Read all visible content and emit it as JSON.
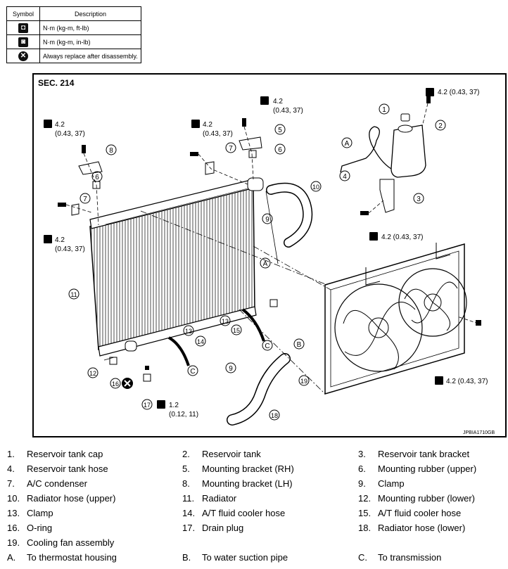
{
  "symbol_table": {
    "headers": [
      "Symbol",
      "Description"
    ],
    "rows": [
      {
        "icon": "torque-wrench-icon",
        "description": "N·m (kg-m, ft-lb)"
      },
      {
        "icon": "torque-wrench-small-icon",
        "description": "N·m (kg-m, in-lb)"
      },
      {
        "icon": "replace-x-icon",
        "description": "Always replace after disassembly."
      }
    ]
  },
  "section": "SEC. 214",
  "drawing_code": "JPBIA1710GB",
  "callouts": [
    "1",
    "2",
    "3",
    "4",
    "5",
    "6",
    "6",
    "7",
    "7",
    "8",
    "9",
    "9",
    "10",
    "11",
    "12",
    "13",
    "13",
    "14",
    "15",
    "16",
    "17",
    "18",
    "19",
    "A",
    "A",
    "B",
    "C",
    "C"
  ],
  "torque_labels": [
    {
      "value": "4.2",
      "sub": "(0.43, 37)"
    },
    {
      "value": "4.2",
      "sub": "(0.43, 37)"
    },
    {
      "value": "4.2",
      "sub": "(0.43, 37)"
    },
    {
      "value": "4.2 (0.43, 37)"
    },
    {
      "value": "4.2 (0.43, 37)"
    },
    {
      "value": "4.2",
      "sub": "(0.43, 37)"
    },
    {
      "value": "4.2 (0.43, 37)"
    },
    {
      "value": "1.2",
      "sub": "(0.12, 11)"
    }
  ],
  "legend": [
    {
      "num": "1.",
      "text": "Reservoir tank cap"
    },
    {
      "num": "2.",
      "text": "Reservoir tank"
    },
    {
      "num": "3.",
      "text": "Reservoir tank bracket"
    },
    {
      "num": "4.",
      "text": "Reservoir tank hose"
    },
    {
      "num": "5.",
      "text": "Mounting bracket (RH)"
    },
    {
      "num": "6.",
      "text": "Mounting rubber (upper)"
    },
    {
      "num": "7.",
      "text": "A/C condenser"
    },
    {
      "num": "8.",
      "text": "Mounting bracket (LH)"
    },
    {
      "num": "9.",
      "text": "Clamp"
    },
    {
      "num": "10.",
      "text": "Radiator hose (upper)"
    },
    {
      "num": "11.",
      "text": "Radiator"
    },
    {
      "num": "12.",
      "text": "Mounting rubber (lower)"
    },
    {
      "num": "13.",
      "text": "Clamp"
    },
    {
      "num": "14.",
      "text": "A/T fluid cooler hose"
    },
    {
      "num": "15.",
      "text": "A/T fluid cooler hose"
    },
    {
      "num": "16.",
      "text": "O-ring"
    },
    {
      "num": "17.",
      "text": "Drain plug"
    },
    {
      "num": "18.",
      "text": "Radiator hose (lower)"
    },
    {
      "num": "19.",
      "text": "Cooling fan assembly"
    },
    {
      "num": "A.",
      "text": "To thermostat housing"
    },
    {
      "num": "B.",
      "text": "To water suction pipe"
    },
    {
      "num": "C.",
      "text": "To transmission"
    }
  ]
}
